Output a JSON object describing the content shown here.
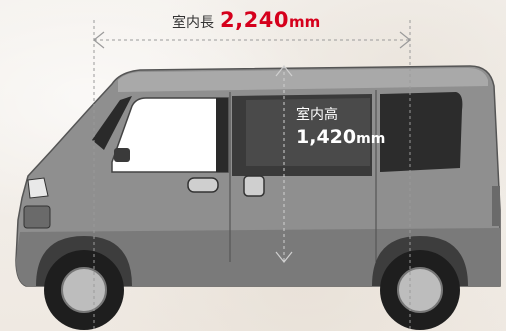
{
  "interior_length": {
    "label": "室内長",
    "value": "2,240",
    "unit": "mm"
  },
  "interior_height": {
    "label": "室内高",
    "value": "1,420",
    "unit": "mm"
  },
  "colors": {
    "accent": "#d5001c",
    "van_body": "#8e8e8e",
    "window": "#2a2a2a",
    "dimension_line": "#9a9a9a"
  }
}
